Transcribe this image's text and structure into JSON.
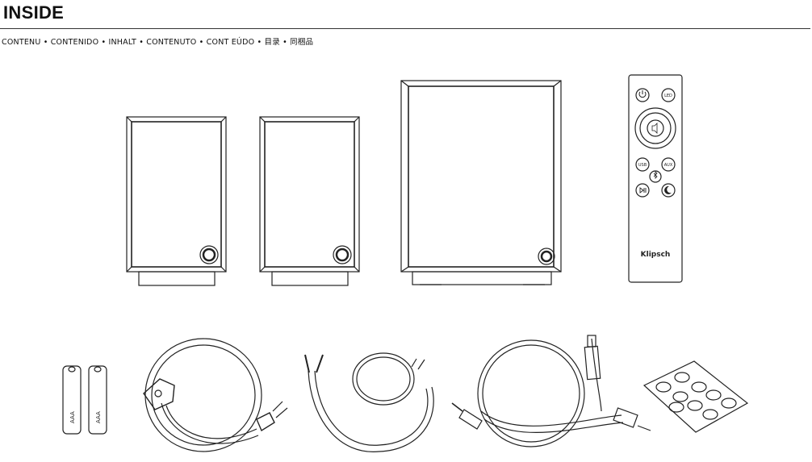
{
  "header": {
    "title": "INSIDE",
    "languages": "CONTENU • CONTENIDO • INHALT • CONTENUTO • CONT EÚDO • 目录 • 同梱品"
  },
  "remote": {
    "brand": "Klipsch",
    "buttons": [
      "LED",
      "USB",
      "AUX"
    ]
  },
  "batteries": {
    "label": "AAA"
  }
}
